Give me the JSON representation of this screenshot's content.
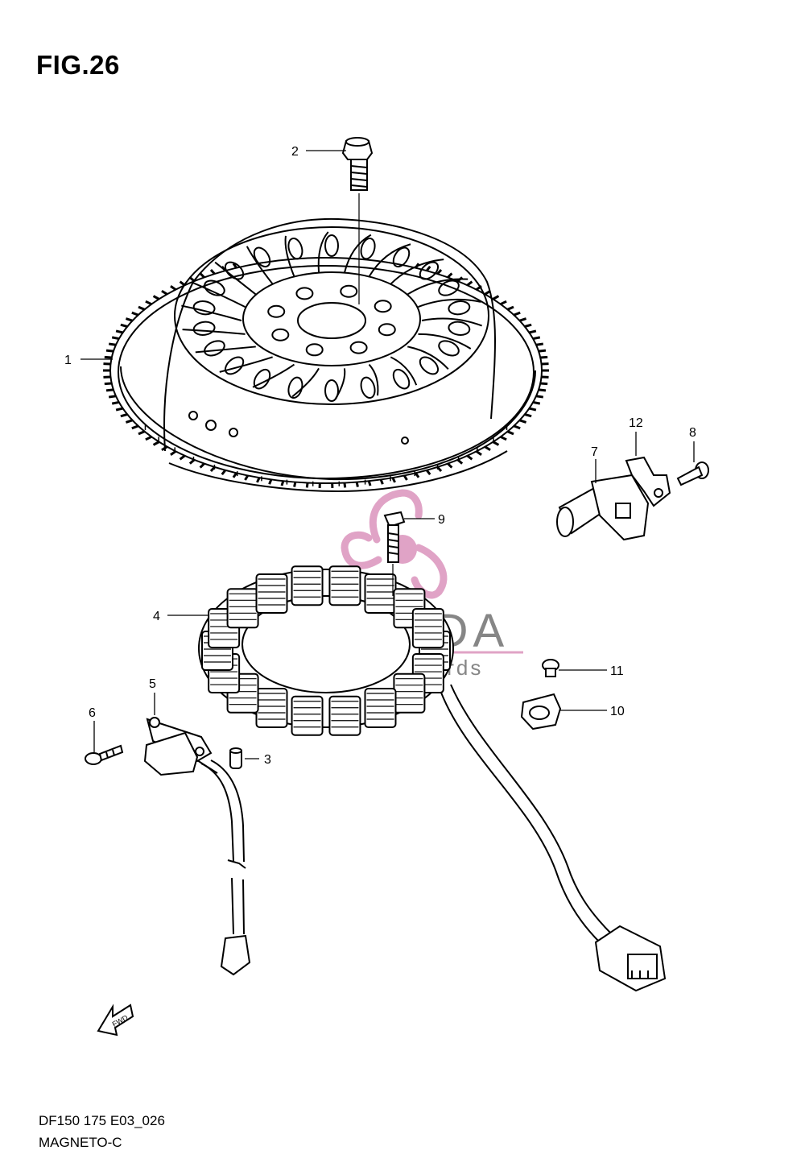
{
  "figure": {
    "title": "FIG.26"
  },
  "footer": {
    "code": "DF150 175 E03_026",
    "name": "MAGNETO-C"
  },
  "watermark": {
    "brand": "ARMADA",
    "tagline": "marine outboards",
    "brand_color": "#7a7a7a",
    "logo_color": "#e0a3c6"
  },
  "fwd_label": "FWD",
  "callouts": [
    {
      "num": "1",
      "part": "flywheel"
    },
    {
      "num": "2",
      "part": "flywheel-bolt"
    },
    {
      "num": "3",
      "part": "dowel-pin"
    },
    {
      "num": "4",
      "part": "stator"
    },
    {
      "num": "5",
      "part": "pickup-coil"
    },
    {
      "num": "6",
      "part": "pickup-screw"
    },
    {
      "num": "7",
      "part": "crank-position-sensor"
    },
    {
      "num": "8",
      "part": "sensor-bolt"
    },
    {
      "num": "9",
      "part": "stator-bolt"
    },
    {
      "num": "10",
      "part": "wire-clamp"
    },
    {
      "num": "11",
      "part": "clamp-bolt"
    },
    {
      "num": "12",
      "part": "sensor-bracket"
    }
  ]
}
